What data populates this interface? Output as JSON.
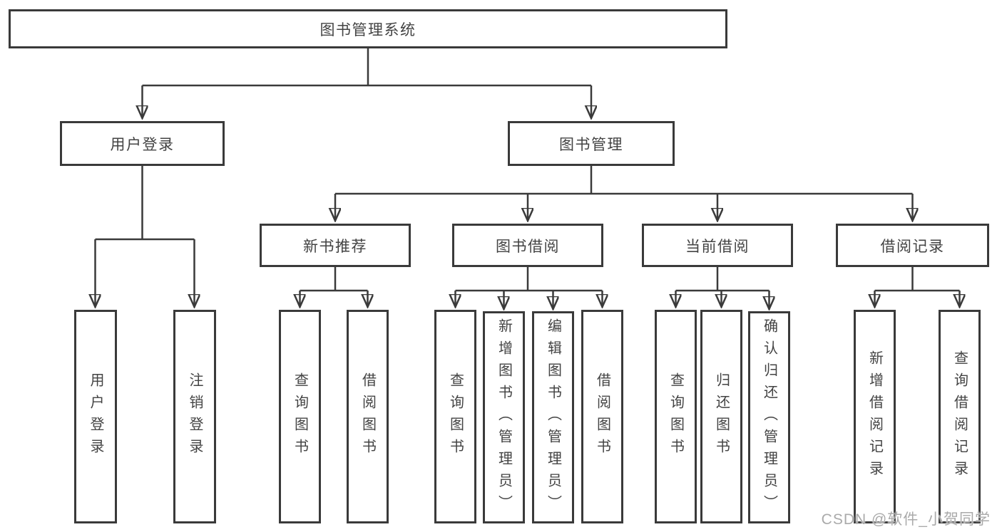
{
  "diagram": {
    "title": "图书管理系统",
    "type": "hierarchy-tree",
    "colors": {
      "background": "#ffffff",
      "line": "#3a3a3a",
      "box_border": "#3a3a3a",
      "text": "#434343",
      "watermark": "#aaaaaa"
    }
  },
  "nodes": {
    "root": {
      "label": "图书管理系统",
      "level": 1
    },
    "user_login": {
      "label": "用户登录",
      "level": 2,
      "parent": "root"
    },
    "book_mgmt": {
      "label": "图书管理",
      "level": 2,
      "parent": "root"
    },
    "new_book": {
      "label": "新书推荐",
      "level": 3,
      "parent": "book_mgmt"
    },
    "book_borrow": {
      "label": "图书借阅",
      "level": 3,
      "parent": "book_mgmt"
    },
    "current_borrow": {
      "label": "当前借阅",
      "level": 3,
      "parent": "book_mgmt"
    },
    "borrow_record": {
      "label": "借阅记录",
      "level": 3,
      "parent": "book_mgmt"
    },
    "login": {
      "label": "用户登录",
      "level": 4,
      "parent": "user_login"
    },
    "logout": {
      "label": "注销登录",
      "level": 4,
      "parent": "user_login"
    },
    "nb_query": {
      "label": "查询图书",
      "level": 4,
      "parent": "new_book"
    },
    "nb_borrow": {
      "label": "借阅图书",
      "level": 4,
      "parent": "new_book"
    },
    "bb_query": {
      "label": "查询图书",
      "level": 4,
      "parent": "book_borrow"
    },
    "bb_add": {
      "label": "新增图书（管理员）",
      "level": 4,
      "parent": "book_borrow"
    },
    "bb_edit": {
      "label": "编辑图书（管理员）",
      "level": 4,
      "parent": "book_borrow"
    },
    "bb_borrow": {
      "label": "借阅图书",
      "level": 4,
      "parent": "book_borrow"
    },
    "cb_query": {
      "label": "查询图书",
      "level": 4,
      "parent": "current_borrow"
    },
    "cb_return": {
      "label": "归还图书",
      "level": 4,
      "parent": "current_borrow"
    },
    "cb_confirm": {
      "label": "确认归还（管理员）",
      "level": 4,
      "parent": "current_borrow"
    },
    "br_add": {
      "label": "新增借阅记录",
      "level": 4,
      "parent": "borrow_record"
    },
    "br_query": {
      "label": "查询借阅记录",
      "level": 4,
      "parent": "borrow_record"
    }
  },
  "watermark": {
    "text": "CSDN @软件_小贺同学"
  }
}
